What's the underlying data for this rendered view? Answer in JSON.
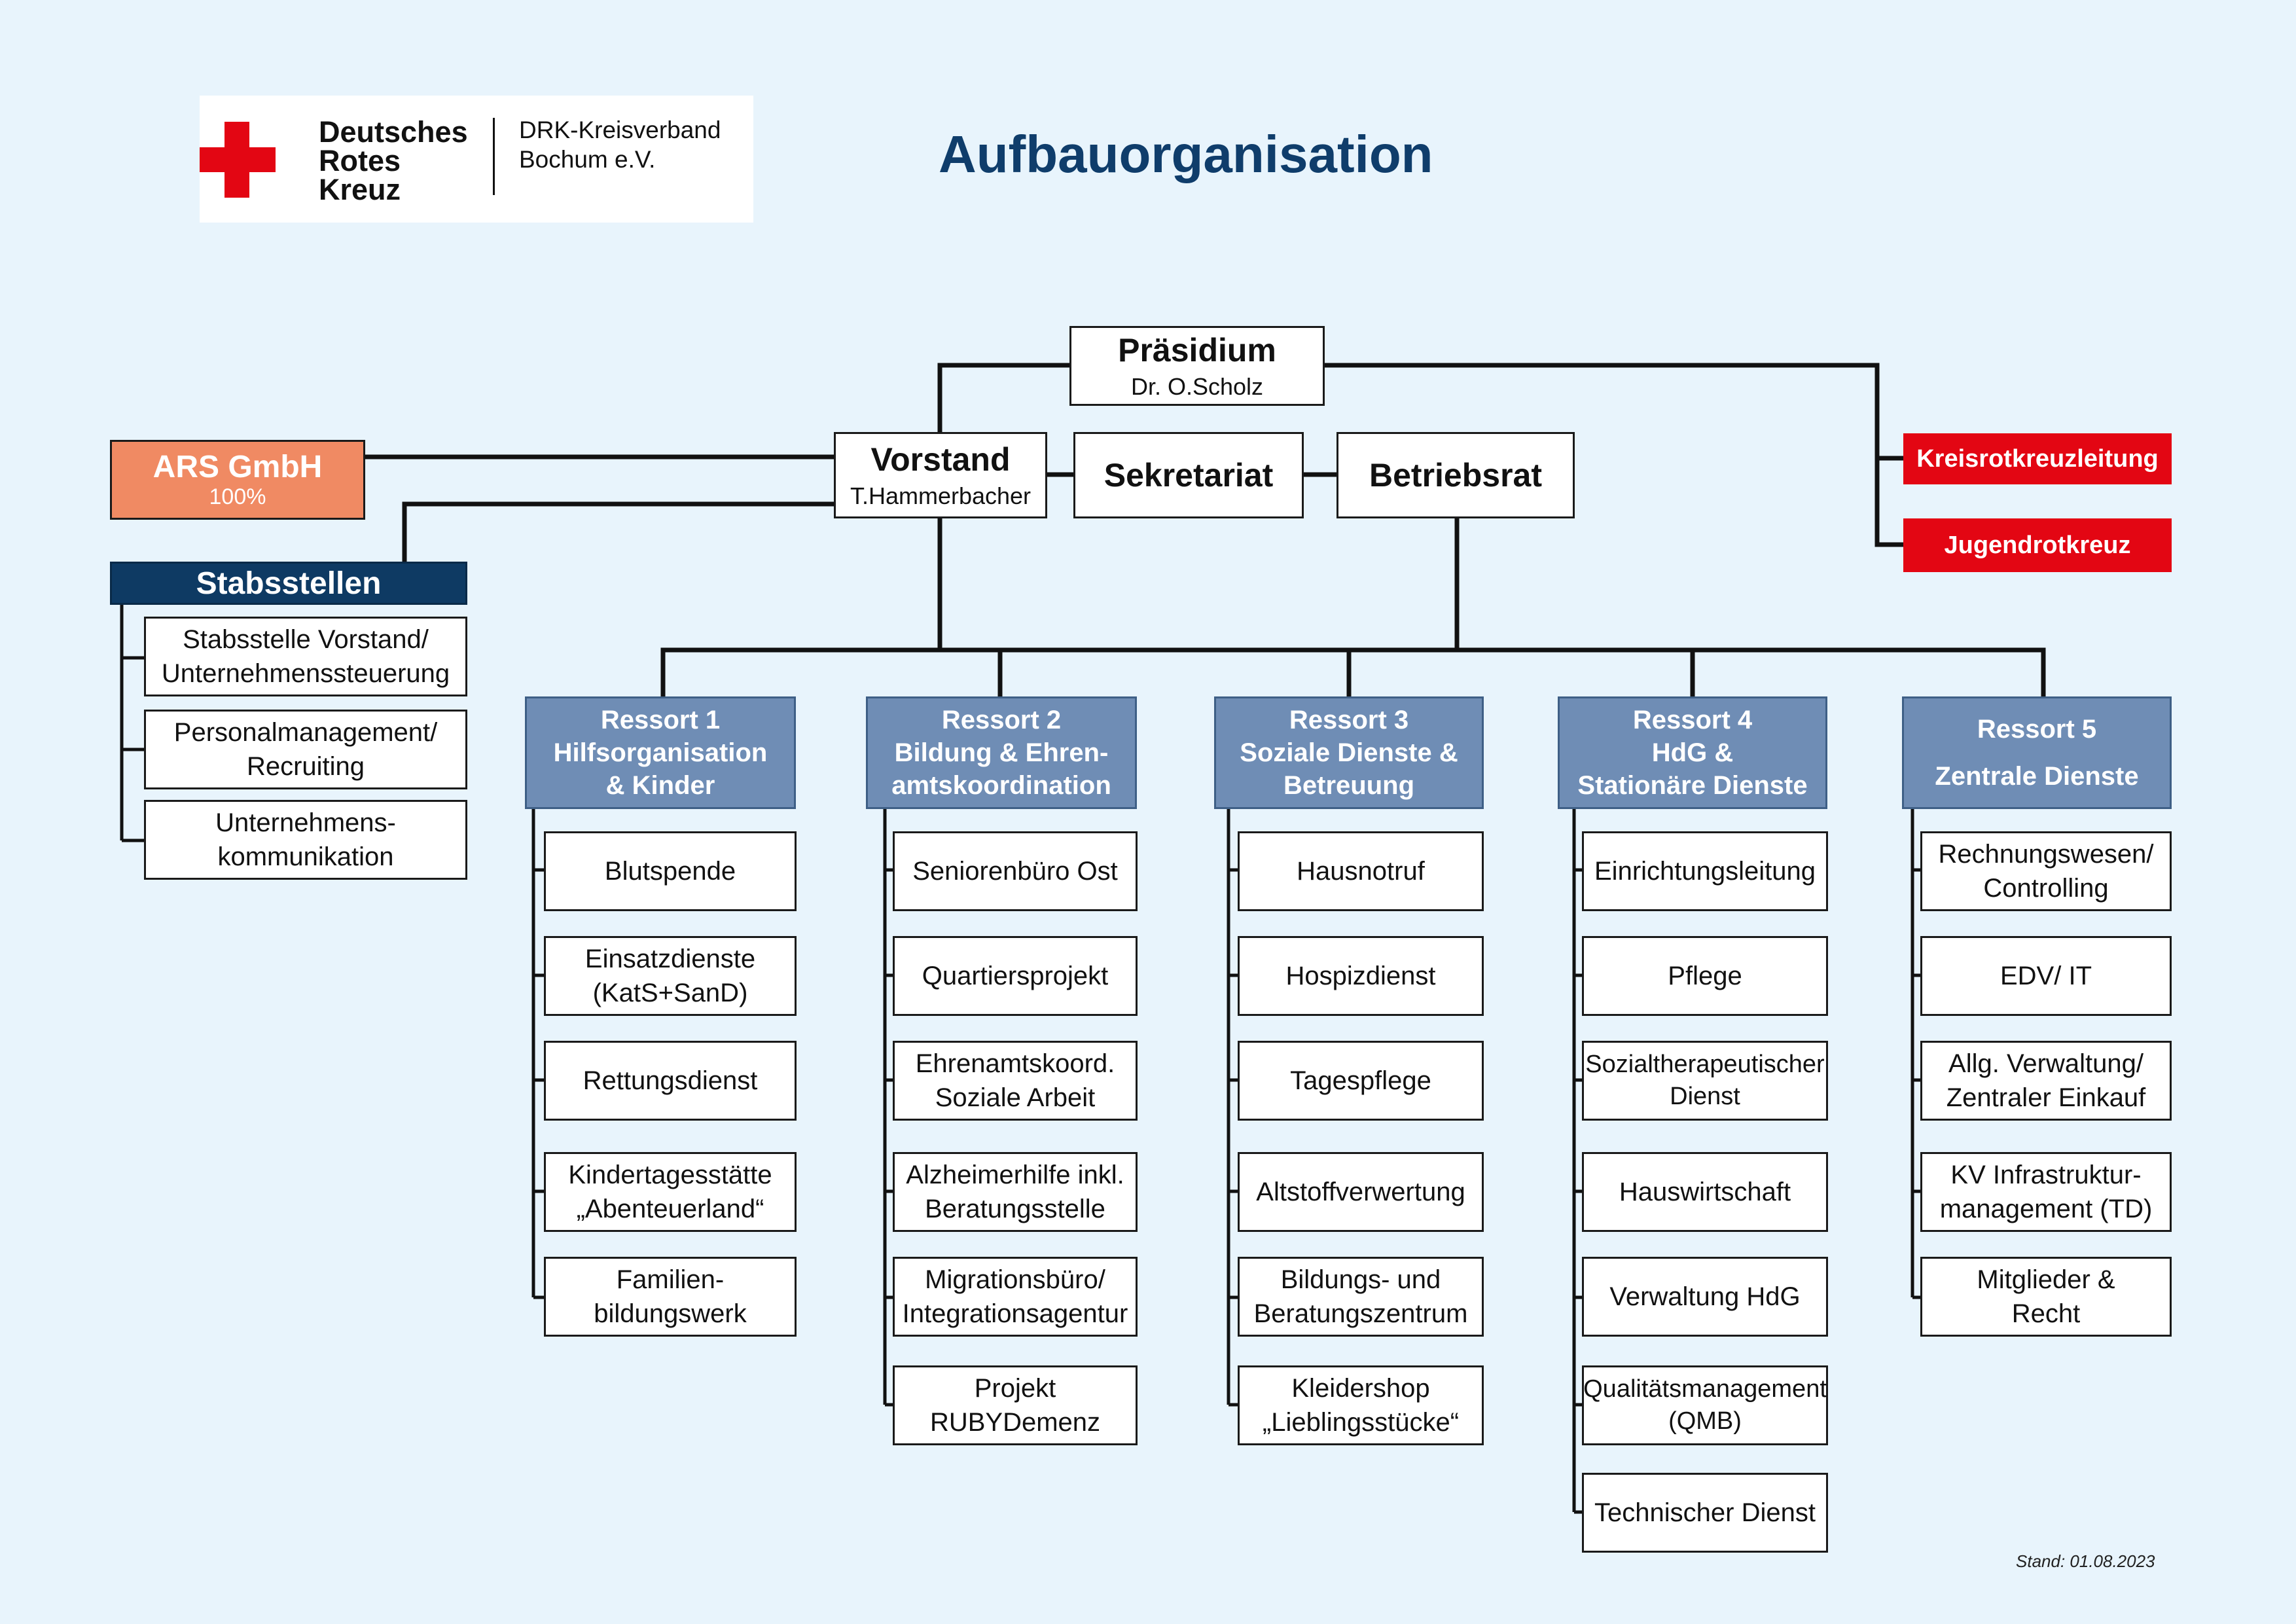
{
  "logo": {
    "org_lines": [
      "Deutsches",
      "Rotes",
      "Kreuz"
    ],
    "kv_lines": [
      "DRK-Kreisverband",
      "Bochum e.V."
    ],
    "brand_red": "#e30613"
  },
  "title": "Aufbauorganisation",
  "praesidium": {
    "name": "Präsidium",
    "person": "Dr. O.Scholz"
  },
  "vorstand": {
    "name": "Vorstand",
    "person": "T.Hammerbacher"
  },
  "sekretariat": "Sekretariat",
  "betriebsrat": "Betriebsrat",
  "ars": {
    "name": "ARS GmbH",
    "share": "100%"
  },
  "kreisrotkreuzleitung": "Kreisrotkreuzleitung",
  "jugendrotkreuz": "Jugendrotkreuz",
  "stabsstellen": {
    "title": "Stabsstellen",
    "items": [
      [
        "Stabsstelle Vorstand/",
        "Unternehmenssteuerung"
      ],
      [
        "Personalmanagement/",
        "Recruiting"
      ],
      [
        "Unternehmens-",
        "kommunikation"
      ]
    ]
  },
  "ressorts": [
    {
      "header": [
        "Ressort 1",
        "Hilfsorganisation",
        "& Kinder"
      ],
      "items": [
        [
          "Blutspende"
        ],
        [
          "Einsatzdienste",
          "(KatS+SanD)"
        ],
        [
          "Rettungsdienst"
        ],
        [
          "Kindertagesstätte",
          "„Abenteuerland“"
        ],
        [
          "Familien-",
          "bildungswerk"
        ]
      ]
    },
    {
      "header": [
        "Ressort 2",
        "Bildung & Ehren-",
        "amtskoordination"
      ],
      "items": [
        [
          "Seniorenbüro Ost"
        ],
        [
          "Quartiersprojekt"
        ],
        [
          "Ehrenamtskoord.",
          "Soziale Arbeit"
        ],
        [
          "Alzheimerhilfe inkl.",
          "Beratungsstelle"
        ],
        [
          "Migrationsbüro/",
          "Integrationsagentur"
        ],
        [
          "Projekt",
          "RUBYDemenz"
        ]
      ]
    },
    {
      "header": [
        "Ressort 3",
        "Soziale Dienste &",
        "Betreuung"
      ],
      "items": [
        [
          "Hausnotruf"
        ],
        [
          "Hospizdienst"
        ],
        [
          "Tagespflege"
        ],
        [
          "Altstoffverwertung"
        ],
        [
          "Bildungs- und",
          "Beratungszentrum"
        ],
        [
          "Kleidershop",
          "„Lieblingsstücke“"
        ]
      ]
    },
    {
      "header": [
        "Ressort 4",
        "HdG &",
        "Stationäre Dienste"
      ],
      "items": [
        [
          "Einrichtungsleitung"
        ],
        [
          "Pflege"
        ],
        [
          "Sozialtherapeutischer",
          "Dienst"
        ],
        [
          "Hauswirtschaft"
        ],
        [
          "Verwaltung HdG"
        ],
        [
          "Qualitätsmanagement",
          "(QMB)"
        ],
        [
          "Technischer Dienst"
        ]
      ]
    },
    {
      "header": [
        "Ressort 5",
        "Zentrale Dienste"
      ],
      "items": [
        [
          "Rechnungswesen/",
          "Controlling"
        ],
        [
          "EDV/ IT"
        ],
        [
          "Allg. Verwaltung/",
          "Zentraler Einkauf"
        ],
        [
          "KV Infrastruktur-",
          "management (TD)"
        ],
        [
          "Mitglieder &",
          "Recht"
        ]
      ]
    }
  ],
  "stand": "Stand: 01.08.2023"
}
